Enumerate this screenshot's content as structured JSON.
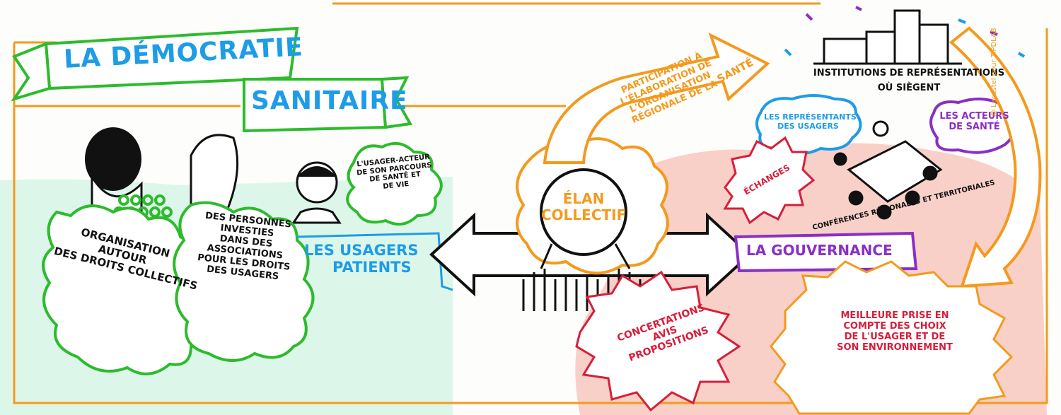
{
  "colors": {
    "green": "#2dbb2d",
    "blue": "#1d9ce8",
    "orange": "#f39a1e",
    "purple": "#8a2fc4",
    "red": "#d81e3a",
    "salmon": "#f29a8a",
    "mint": "#9fe8cc",
    "ink": "#111111"
  },
  "banner": {
    "line1": "La Démocratie",
    "line2": "Sanitaire"
  },
  "left": {
    "cloud1": [
      "Organisation",
      "autour",
      "des droits collectifs"
    ],
    "cloud2": [
      "Des personnes",
      "investies",
      "dans des",
      "associations",
      "pour les droits",
      "des usagers"
    ],
    "speech": [
      "L'usager-acteur",
      "de son parcours",
      "de santé et",
      "de vie"
    ],
    "usagers": [
      "Les usagers",
      "patients"
    ]
  },
  "center": {
    "elan": [
      "Élan",
      "collectif"
    ],
    "participation": [
      "Participation à",
      "l'élaboration de",
      "l'organisation",
      "régionale de la",
      "Santé"
    ]
  },
  "right": {
    "institutions": [
      "Institutions de représentations",
      "où siègent"
    ],
    "representants": [
      "Les représentants",
      "des usagers"
    ],
    "acteurs": [
      "Les acteurs",
      "de santé"
    ],
    "conferences": "Conférences régionales et territoriales",
    "echanges": "Échanges",
    "gouvernance": "La gouvernance",
    "concertations": [
      "Concertations",
      "avis",
      "propositions"
    ],
    "meilleure": [
      "Meilleure prise en",
      "compte des choix",
      "de l'usager et de",
      "son environnement"
    ],
    "signature": "@ Lacastel pour TiPDLAB"
  }
}
